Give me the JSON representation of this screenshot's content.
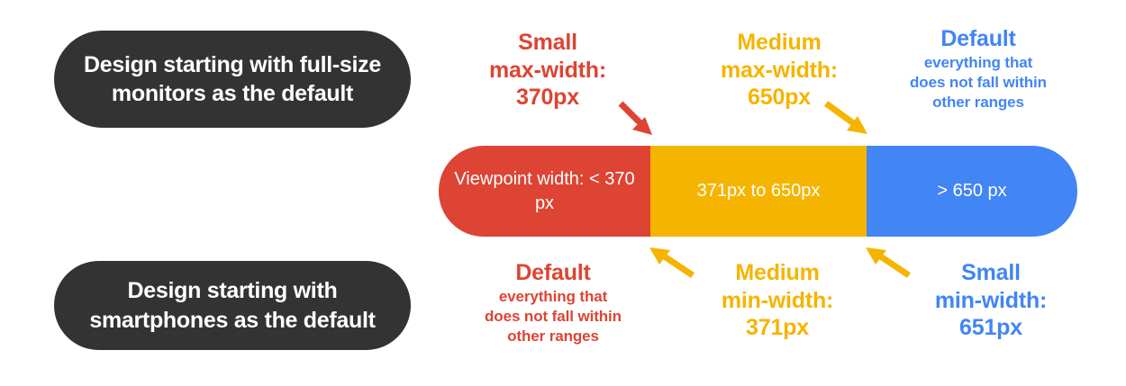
{
  "diagram": {
    "title_pills": [
      {
        "id": "desktop-first",
        "text": "Design starting with full-size monitors as the default"
      },
      {
        "id": "mobile-first",
        "text": "Design starting with smartphones as the default"
      }
    ],
    "range_bar": {
      "segments": [
        {
          "id": "small",
          "label": "Viewpoint width: < 370 px",
          "color": "#dd4433"
        },
        {
          "id": "medium",
          "label": "371px to 650px",
          "color": "#f5b400"
        },
        {
          "id": "default",
          "label": "> 650 px",
          "color": "#4285f4"
        }
      ]
    },
    "callouts_top": [
      {
        "id": "small-max-width",
        "title": "Small",
        "line2": "max-width:",
        "line3": "370px",
        "color": "#dd4433"
      },
      {
        "id": "medium-max-width",
        "title": "Medium",
        "line2": "max-width:",
        "line3": "650px",
        "color": "#f5b400"
      },
      {
        "id": "default-top",
        "title": "Default",
        "sub1": "everything that",
        "sub2": "does not fall within",
        "sub3": "other ranges",
        "color": "#4285f4"
      }
    ],
    "callouts_bottom": [
      {
        "id": "default-bottom",
        "title": "Default",
        "sub1": "everything that",
        "sub2": "does not fall within",
        "sub3": "other ranges",
        "color": "#dd4433"
      },
      {
        "id": "medium-min-width",
        "title": "Medium",
        "line2": "min-width:",
        "line3": "371px",
        "color": "#f5b400"
      },
      {
        "id": "small-min-width",
        "title": "Small",
        "line2": "min-width:",
        "line3": "651px",
        "color": "#4285f4"
      }
    ],
    "arrows": [
      {
        "id": "arrow-small-max-to-boundary",
        "color": "#dd4433",
        "direction": "down-right"
      },
      {
        "id": "arrow-medium-max-to-boundary",
        "color": "#f5b400",
        "direction": "down-right"
      },
      {
        "id": "arrow-medium-min-to-boundary",
        "color": "#f5b400",
        "direction": "up-left"
      },
      {
        "id": "arrow-small-min-to-boundary",
        "color": "#f5b400",
        "direction": "up-left"
      }
    ],
    "colors": {
      "red": "#dd4433",
      "amber": "#f5b400",
      "blue": "#4285f4",
      "pill_dark": "#333333",
      "background": "#ffffff",
      "text_on_bar": "#ffffff"
    }
  }
}
